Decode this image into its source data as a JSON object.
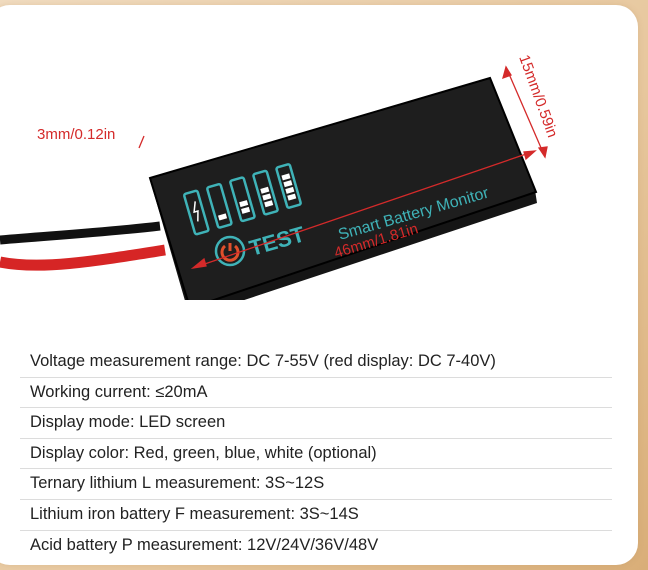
{
  "product": {
    "label": "Smart Battery Monitor",
    "button_label": "TEST"
  },
  "dimensions": {
    "thickness": "3mm/0.12in",
    "width": "15mm/0.59in",
    "length": "46mm/1.81in"
  },
  "specs": [
    "Voltage measurement range: DC 7-55V (red display: DC 7-40V)",
    "Working current: ≤20mA",
    "Display mode: LED screen",
    "Display color: Red, green, blue, white (optional)",
    "Ternary lithium L measurement: 3S~12S",
    "Lithium iron battery F measurement: 3S~14S",
    "Acid battery P measurement: 12V/24V/36V/48V"
  ],
  "colors": {
    "accent": "#d42a2a",
    "display": "#3fb3b8",
    "power": "#e0502c"
  }
}
